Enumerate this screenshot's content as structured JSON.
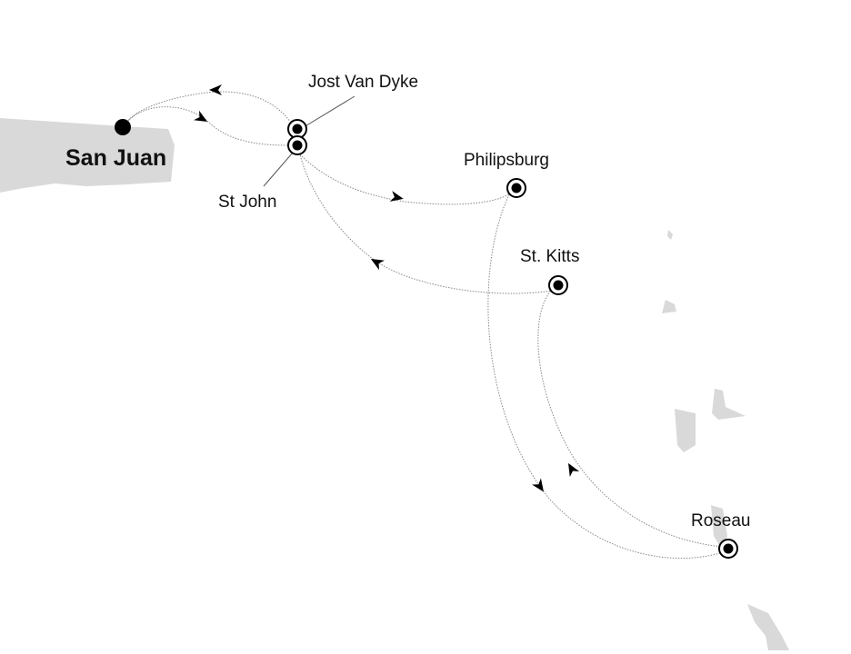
{
  "ports": [
    {
      "id": "san-juan",
      "name": "San Juan",
      "type": "start"
    },
    {
      "id": "jost-van-dyke",
      "name": "Jost Van Dyke",
      "type": "stop"
    },
    {
      "id": "st-john",
      "name": "St John",
      "type": "stop"
    },
    {
      "id": "philipsburg",
      "name": "Philipsburg",
      "type": "stop"
    },
    {
      "id": "st-kitts",
      "name": "St. Kitts",
      "type": "stop"
    },
    {
      "id": "roseau",
      "name": "Roseau",
      "type": "stop"
    }
  ],
  "colors": {
    "land": "#d9d9d9",
    "route": "#888888",
    "marker": "#000000"
  }
}
